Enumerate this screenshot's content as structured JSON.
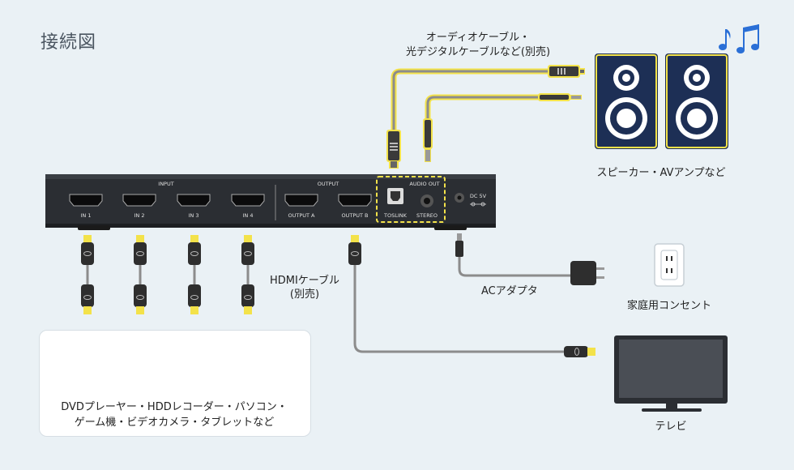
{
  "title": "接続図",
  "audio_cable": {
    "line1": "オーディオケーブル・",
    "line2": "光デジタルケーブルなど(別売)"
  },
  "speakers_label": "スピーカー・AVアンプなど",
  "hdmi_cable": {
    "line1": "HDMIケーブル",
    "line2": "(別売)"
  },
  "ac_adapter_label": "ACアダプタ",
  "outlet_label": "家庭用コンセント",
  "tv_label": "テレビ",
  "devices": {
    "line1": "DVDプレーヤー・HDDレコーダー・パソコン・",
    "line2": "ゲーム機・ビデオカメラ・タブレットなど"
  },
  "switcher": {
    "input_header": "INPUT",
    "output_header": "OUTPUT",
    "audio_out_header": "AUDIO OUT",
    "ports": [
      "IN 1",
      "IN 2",
      "IN 3",
      "IN 4",
      "OUTPUT A",
      "OUTPUT B"
    ],
    "toslink": "TOSLINK",
    "stereo": "STEREO",
    "dc": "DC 5V"
  },
  "colors": {
    "accent_yellow": "#f3e24a",
    "cable_gray": "#8c8c8c",
    "navy": "#1d2f55",
    "device_body": "#2b2e33"
  }
}
